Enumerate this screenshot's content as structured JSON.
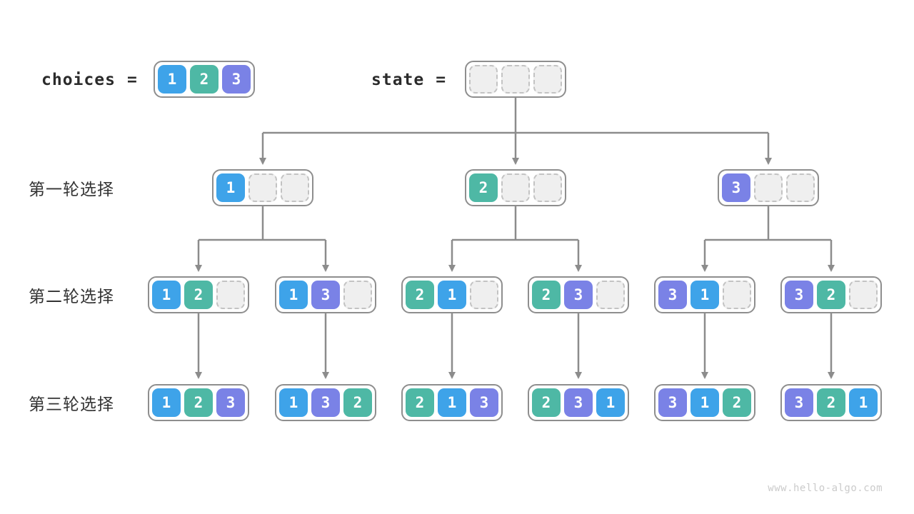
{
  "page": {
    "watermark": "www.hello-algo.com"
  },
  "colors": {
    "1": "#3EA3E9",
    "2": "#4EB8A5",
    "3": "#7A82E6",
    "empty_cell_bg": "#EFEFEF",
    "empty_cell_border": "#C3C3C3",
    "box_border": "#8E8E8E",
    "arrow": "#8C8C8C",
    "label_text": "#333333",
    "code_text": "#2B2B2B",
    "watermark_text": "#CBCBCB"
  },
  "header": {
    "choices_label": "choices",
    "equals_sign": "=",
    "choices_array": [
      "1",
      "2",
      "3"
    ],
    "state_label": "state",
    "state_array": [
      "",
      "",
      ""
    ]
  },
  "rounds": [
    {
      "label": "第一轮选择",
      "states": [
        [
          "1",
          "",
          ""
        ],
        [
          "2",
          "",
          ""
        ],
        [
          "3",
          "",
          ""
        ]
      ]
    },
    {
      "label": "第二轮选择",
      "states": [
        [
          "1",
          "2",
          ""
        ],
        [
          "1",
          "3",
          ""
        ],
        [
          "2",
          "1",
          ""
        ],
        [
          "2",
          "3",
          ""
        ],
        [
          "3",
          "1",
          ""
        ],
        [
          "3",
          "2",
          ""
        ]
      ]
    },
    {
      "label": "第三轮选择",
      "states": [
        [
          "1",
          "2",
          "3"
        ],
        [
          "1",
          "3",
          "2"
        ],
        [
          "2",
          "1",
          "3"
        ],
        [
          "2",
          "3",
          "1"
        ],
        [
          "3",
          "1",
          "2"
        ],
        [
          "3",
          "2",
          "1"
        ]
      ]
    }
  ]
}
